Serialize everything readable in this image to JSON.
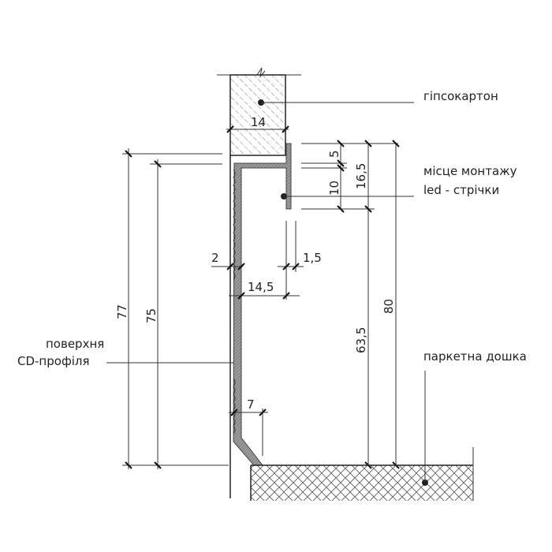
{
  "labels": {
    "drywall": "гіпсокартон",
    "led_line1": "місце монтажу",
    "led_line2": "led - стрічки",
    "cd_line1": "поверхня",
    "cd_line2": "CD-профіля",
    "parquet": "паркетна дошка"
  },
  "dimensions": {
    "drywall_width": "14",
    "flange_5": "5",
    "flange_16_5": "16,5",
    "led_10": "10",
    "wall_2": "2",
    "plate_1_5": "1,5",
    "gap_14_5": "14,5",
    "total_77": "77",
    "profile_75": "75",
    "total_80": "80",
    "height_63_5": "63,5",
    "bottom_7": "7"
  },
  "colors": {
    "profile": "#8a8a8a",
    "line": "#333333"
  }
}
